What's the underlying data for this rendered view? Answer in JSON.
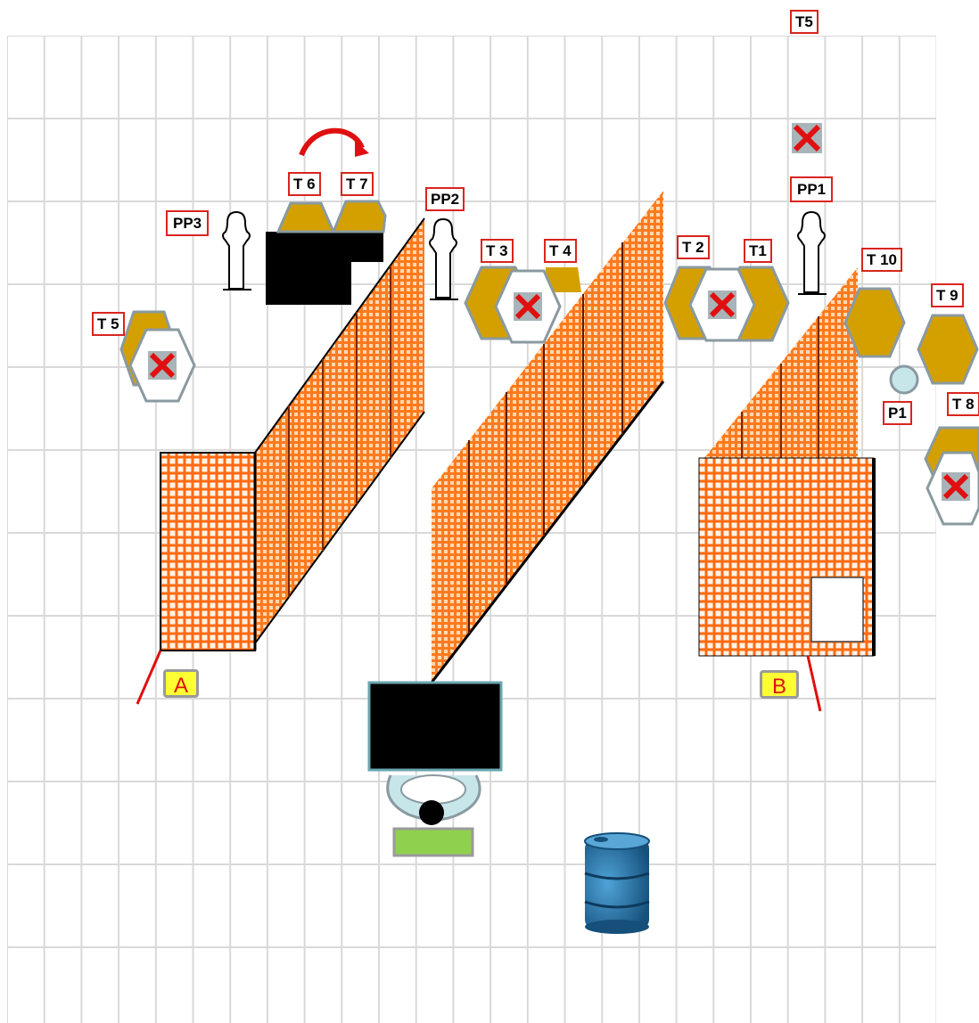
{
  "labels": {
    "t5_top": "T5",
    "t6": "T 6",
    "t7": "T 7",
    "pp3": "PP3",
    "pp2": "PP2",
    "pp1": "PP1",
    "t3": "T 3",
    "t4": "T 4",
    "t2": "T 2",
    "t1": "T1",
    "t10": "T 10",
    "t9": "T 9",
    "t8": "T 8",
    "t5_left": "T 5",
    "p1": "P1"
  },
  "zones": {
    "a": "A",
    "b": "B"
  },
  "colors": {
    "grid": "#d9d9d9",
    "target": "#d4a000",
    "target_outline": "#8a9aa0",
    "wall": "#ff7a1f",
    "marker_red": "#e01010",
    "zone_fill": "#ffff33",
    "barrel": "#1f6fa8",
    "shooting_box": "#8fd14f"
  },
  "icons": [
    "no-shoot-x-icon",
    "person-target-icon",
    "rotate-arrow-icon",
    "barrel-icon"
  ]
}
